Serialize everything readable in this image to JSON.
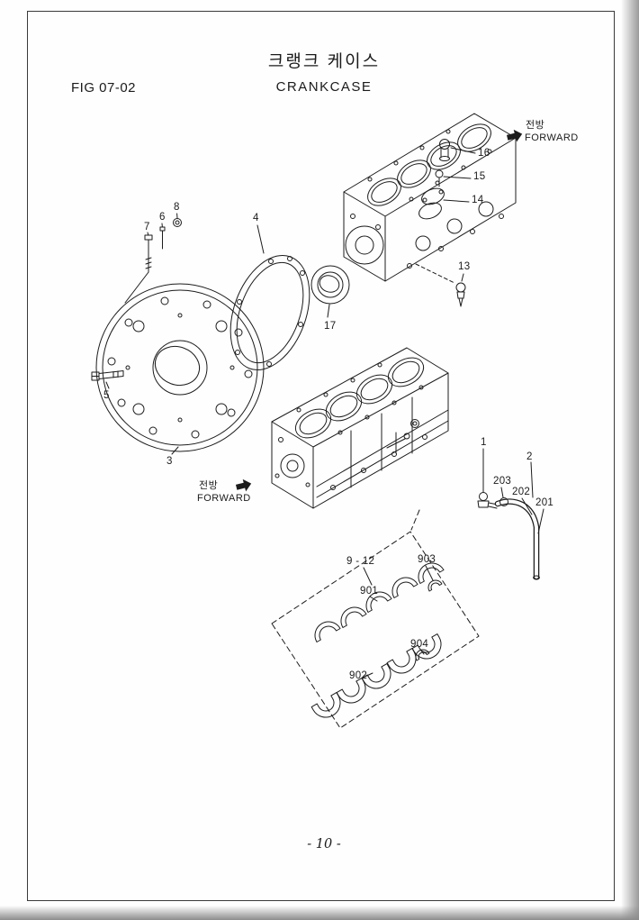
{
  "colors": {
    "ink": "#1c1c1c",
    "paper": "#ffffff"
  },
  "header": {
    "fig_label": "FIG 07-02",
    "title_korean": "크랭크 케이스",
    "title_english": "CRANKCASE"
  },
  "direction_top_right": {
    "korean": "전방",
    "english": "FORWARD"
  },
  "direction_mid_left": {
    "korean": "전방",
    "english": "FORWARD"
  },
  "icons": {
    "forward_arrow": "solid-right-arrow"
  },
  "part_labels": {
    "p1": "1",
    "p2": "2",
    "p3": "3",
    "p4": "4",
    "p5": "5",
    "p6": "6",
    "p7": "7",
    "p8": "8",
    "p13": "13",
    "p14": "14",
    "p15": "15",
    "p16": "16",
    "p17": "17",
    "p201": "201",
    "p202": "202",
    "p203": "203",
    "p901": "901",
    "p902": "902",
    "p903": "903",
    "p904": "904",
    "p9_12": "9 - 12"
  },
  "footer": {
    "page_number": "- 10 -"
  }
}
